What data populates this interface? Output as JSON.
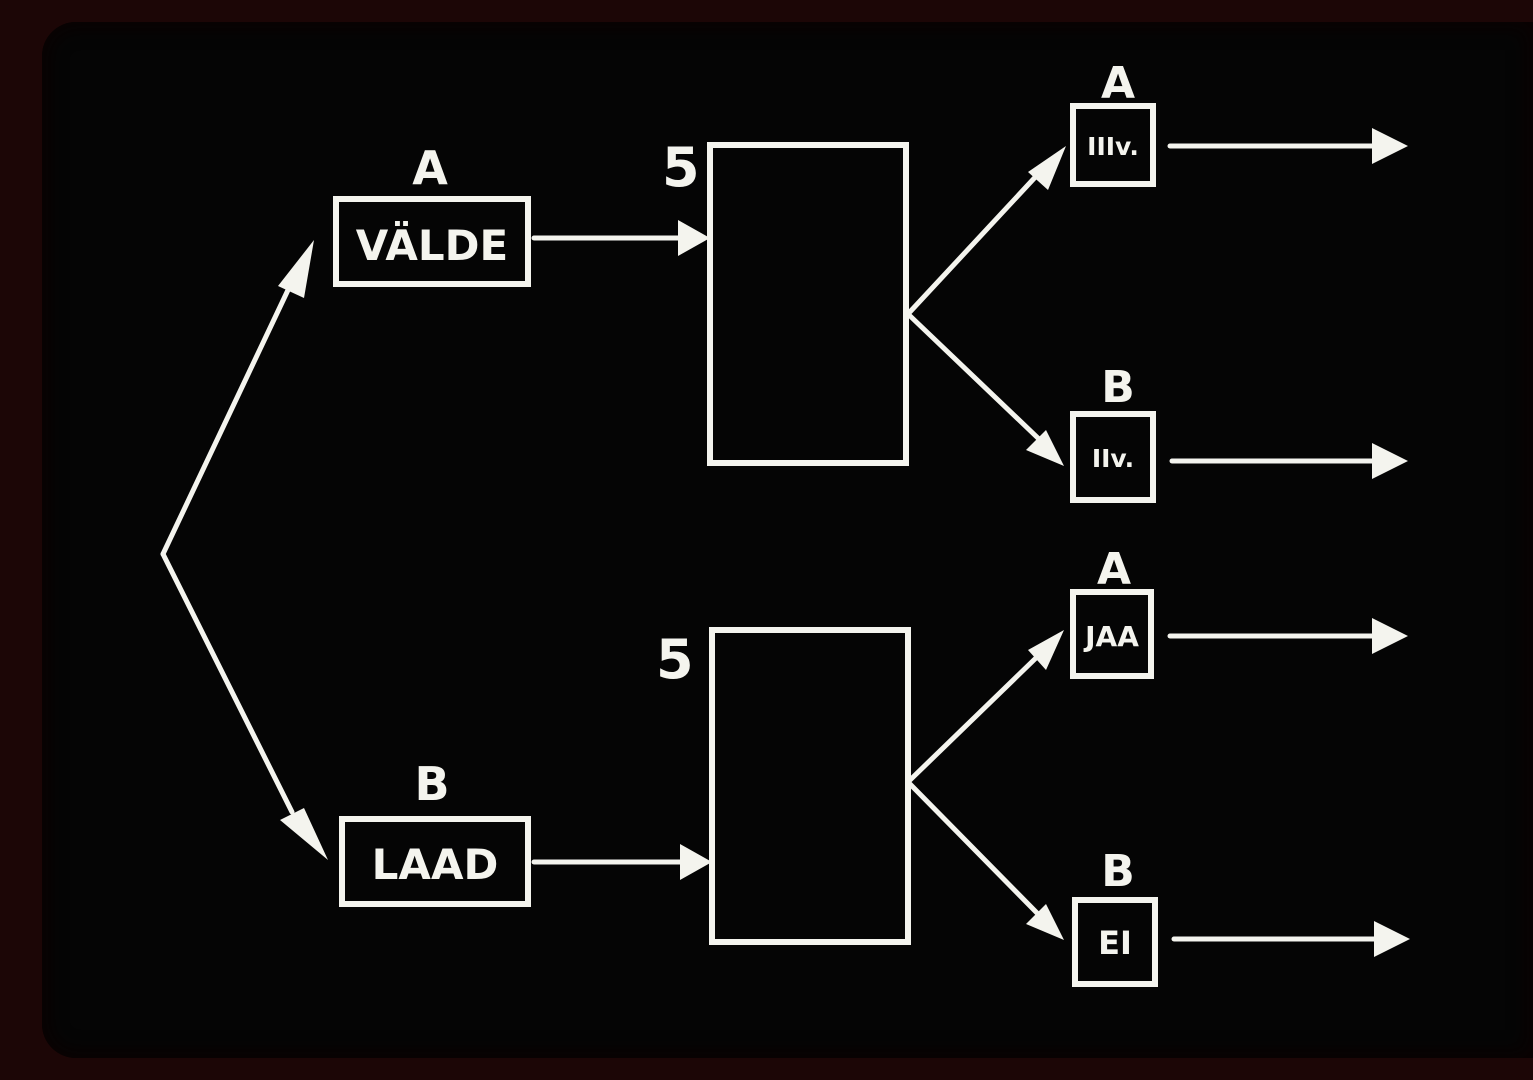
{
  "diagram": {
    "top_branch": {
      "option_letter": "A",
      "word": "VÄLDE",
      "step_number": "5",
      "outcomes": [
        {
          "letter": "A",
          "label": "IIIv."
        },
        {
          "letter": "B",
          "label": "IIv."
        }
      ]
    },
    "bottom_branch": {
      "option_letter": "B",
      "word": "LAAD",
      "step_number": "5",
      "outcomes": [
        {
          "letter": "A",
          "label": "JAA"
        },
        {
          "letter": "B",
          "label": "EI"
        }
      ]
    }
  }
}
